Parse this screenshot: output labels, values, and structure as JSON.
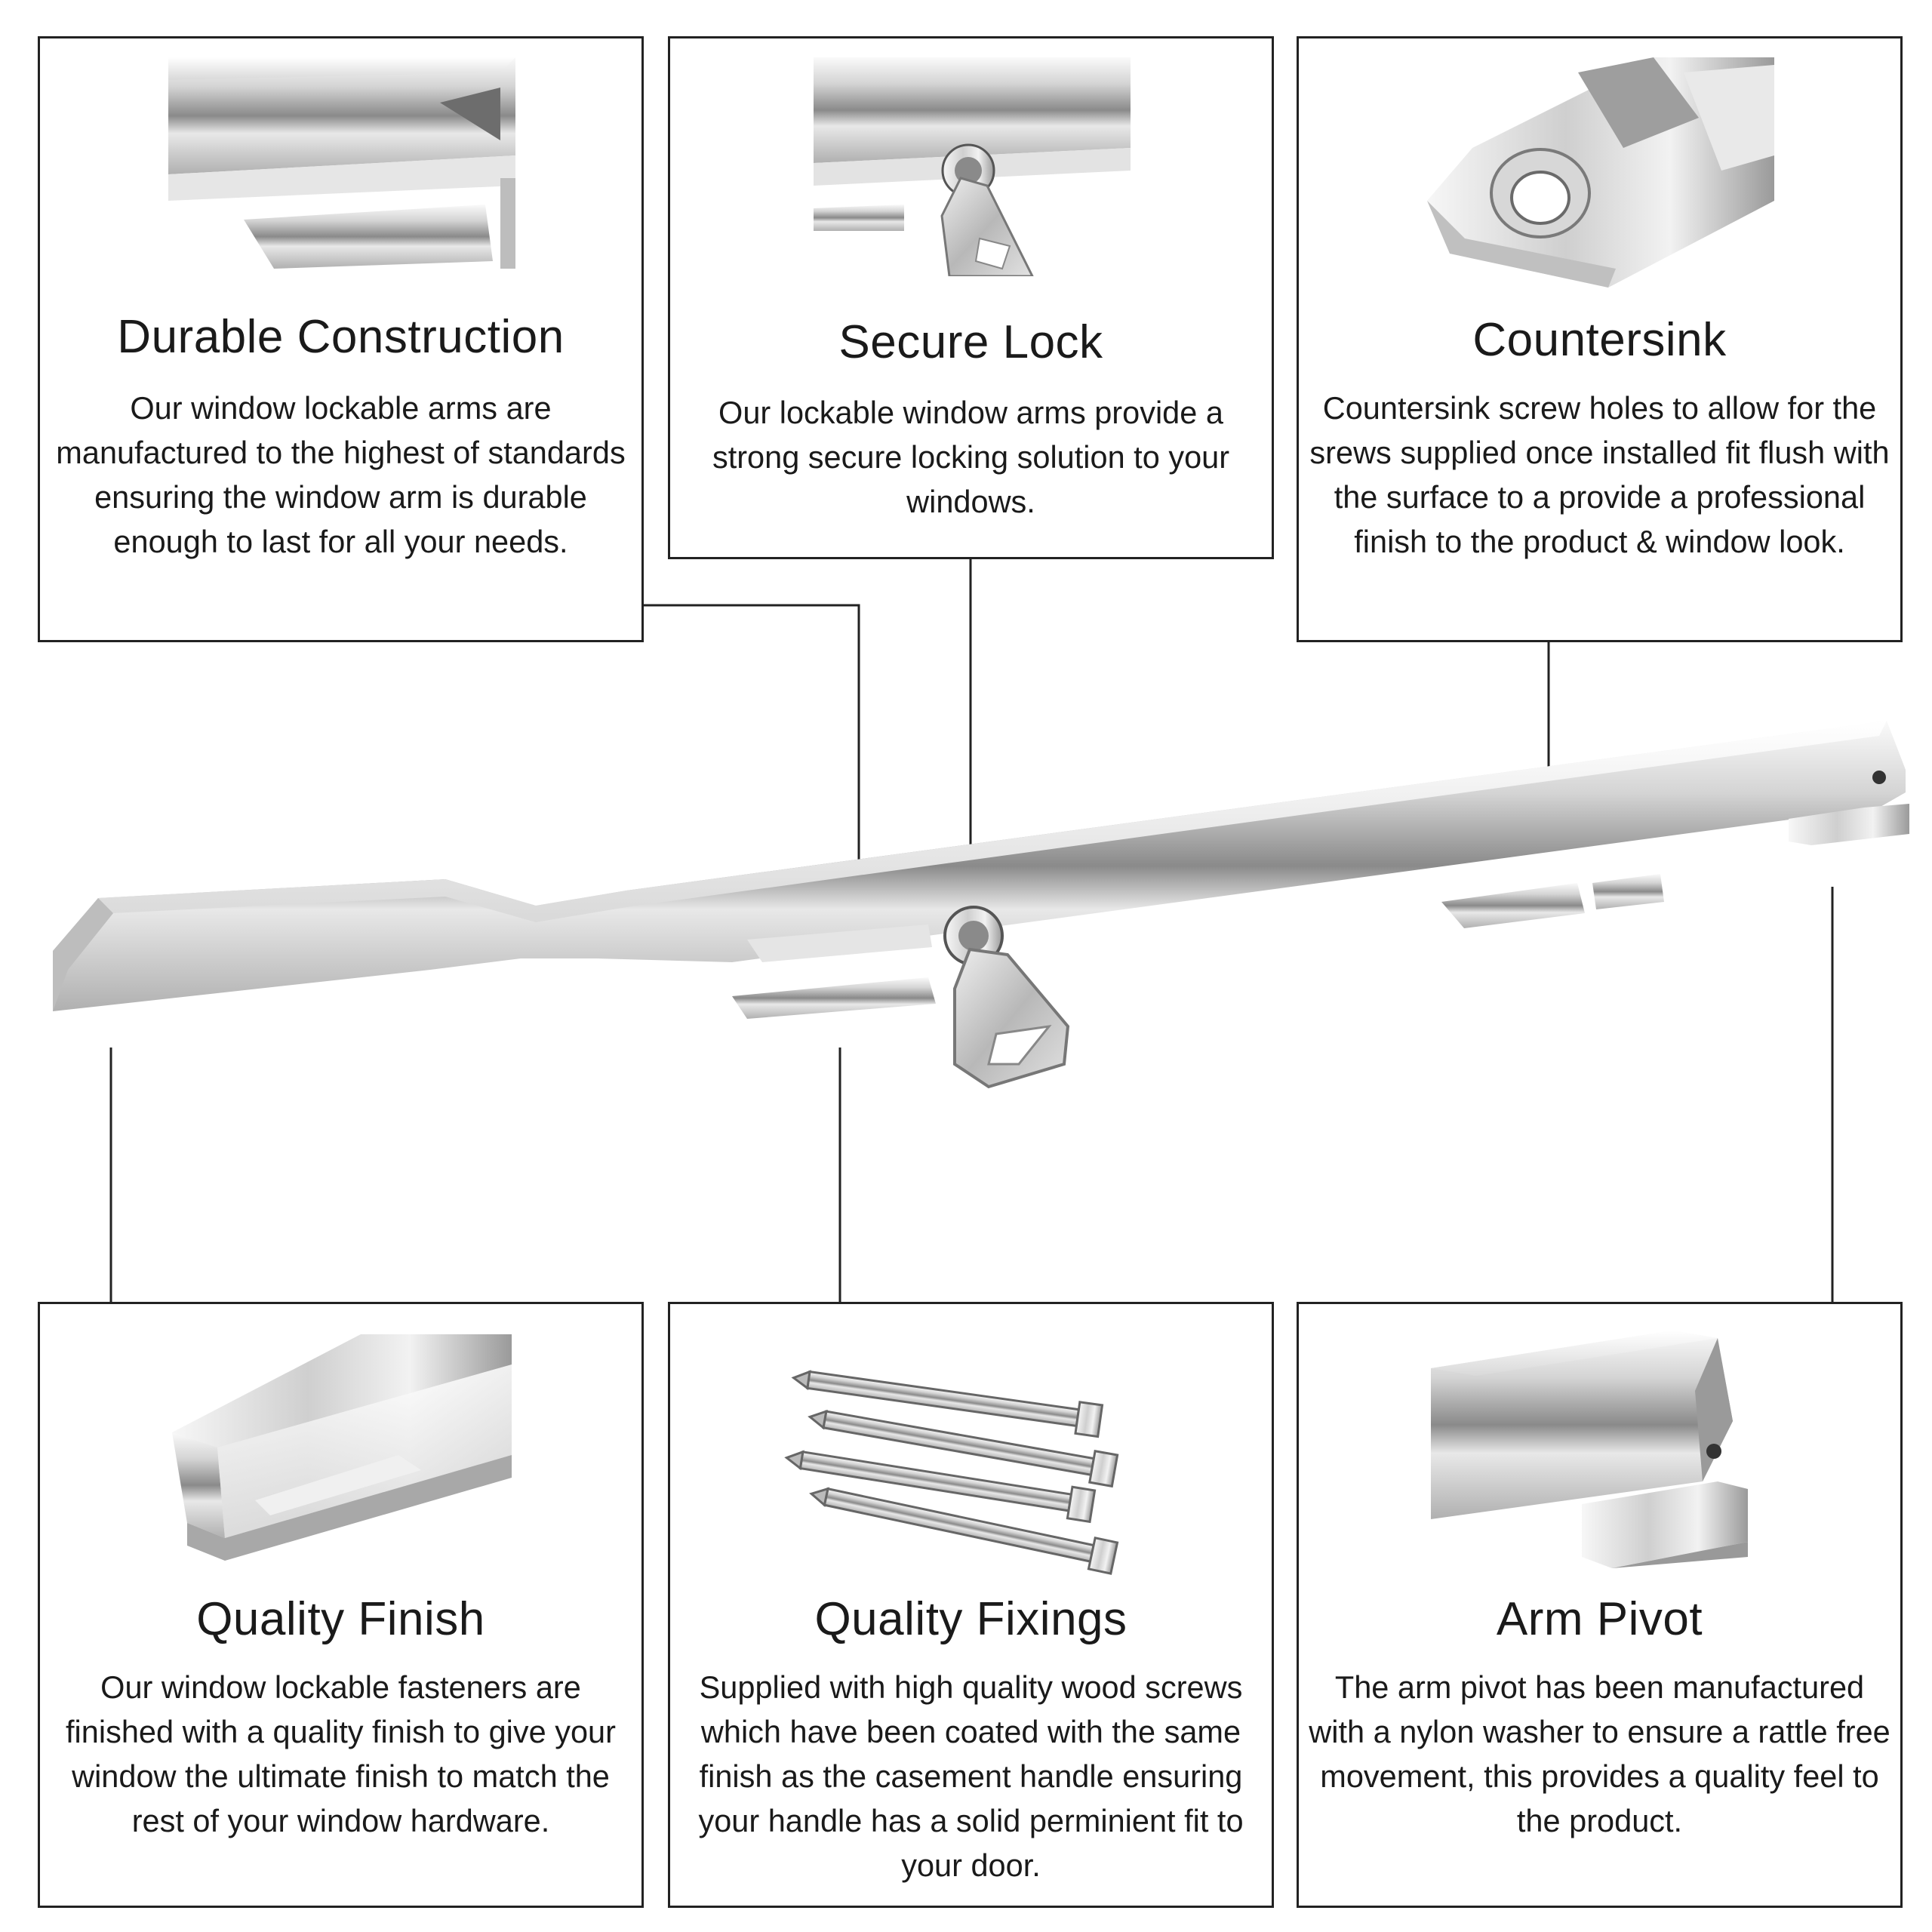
{
  "panels": [
    {
      "title": "Durable Construction",
      "body": "Our window lockable arms are manufactured to the highest of standards ensuring the window arm is durable enough to last for all your needs.",
      "image": "arm-end-closeup"
    },
    {
      "title": "Secure Lock",
      "body": "Our lockable window arms provide a strong secure locking solution to your windows.",
      "image": "lock-with-key-closeup"
    },
    {
      "title": "Countersink",
      "body": "Countersink screw holes to allow for the srews supplied once installed fit flush with the surface to a provide a professional finish to the product & window look.",
      "image": "countersink-hole-closeup"
    },
    {
      "title": "Quality Finish",
      "body": "Our window lockable fasteners are finished with a quality finish to give your window the ultimate finish to match the rest of your window hardware.",
      "image": "arm-tip-closeup"
    },
    {
      "title": "Quality Fixings",
      "body": "Supplied with high quality wood screws which have been coated with the same finish as the casement handle ensuring your handle has a solid perminient fit to your door.",
      "image": "wood-screws"
    },
    {
      "title": "Arm Pivot",
      "body": "The arm pivot has been manufactured with a nylon washer to ensure a rattle free movement, this provides a quality feel to the product.",
      "image": "pivot-closeup"
    }
  ],
  "product": {
    "image": "chrome-lockable-window-stay-arm",
    "key_image": "lock-key"
  },
  "colors": {
    "border": "#222222",
    "chrome_light": "#f4f4f4",
    "chrome_mid": "#c9c9c9",
    "chrome_dark": "#7a7a7a"
  }
}
